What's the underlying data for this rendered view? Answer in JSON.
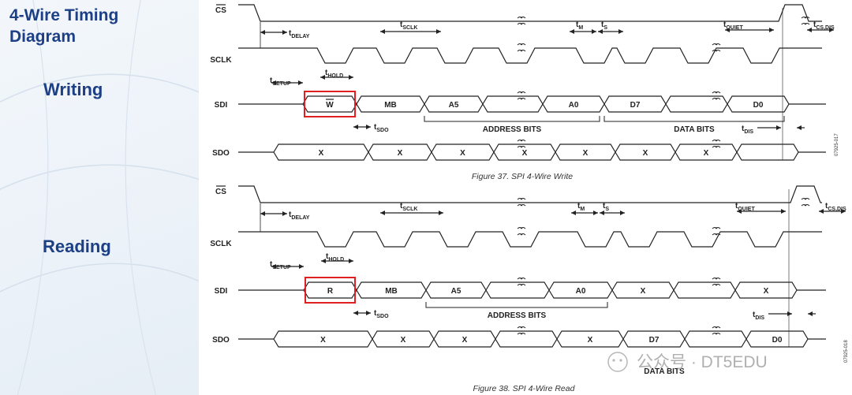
{
  "panel": {
    "title": "4-Wire Timing\nDiagram",
    "writing_label": "Writing",
    "reading_label": "Reading"
  },
  "write": {
    "signals": [
      "CS",
      "SCLK",
      "SDI",
      "SDO"
    ],
    "sdi_cells": [
      "W",
      "MB",
      "A5",
      "",
      "A0",
      "D7",
      "",
      "D0"
    ],
    "sdo_cells": [
      "X",
      "X",
      "X",
      "X",
      "X",
      "X",
      "X"
    ],
    "timing": {
      "t_delay": [
        "t",
        "DELAY"
      ],
      "t_sclk": [
        "t",
        "SCLK"
      ],
      "t_m": [
        "t",
        "M"
      ],
      "t_s": [
        "t",
        "S"
      ],
      "t_quiet": [
        "t",
        "QUIET"
      ],
      "t_cs_dis": [
        "t",
        "CS,DIS"
      ],
      "t_setup": [
        "t",
        "SETUP"
      ],
      "t_hold": [
        "t",
        "HOLD"
      ],
      "t_sdo": [
        "t",
        "SDO"
      ],
      "t_dis": [
        "t",
        "DIS"
      ]
    },
    "address_bits": "ADDRESS BITS",
    "data_bits": "DATA BITS",
    "caption": "Figure 37. SPI 4-Wire Write",
    "side_code": "07925-017"
  },
  "read": {
    "signals": [
      "CS",
      "SCLK",
      "SDI",
      "SDO"
    ],
    "sdi_cells": [
      "R",
      "MB",
      "A5",
      "",
      "A0",
      "X",
      "",
      "X"
    ],
    "sdo_cells": [
      "X",
      "X",
      "X",
      "",
      "X",
      "D7",
      "",
      "D0"
    ],
    "timing": {
      "t_delay": [
        "t",
        "DELAY"
      ],
      "t_sclk": [
        "t",
        "SCLK"
      ],
      "t_m": [
        "t",
        "M"
      ],
      "t_s": [
        "t",
        "S"
      ],
      "t_quiet": [
        "t",
        "QUIET"
      ],
      "t_cs_dis": [
        "t",
        "CS,DIS"
      ],
      "t_setup": [
        "t",
        "SETUP"
      ],
      "t_hold": [
        "t",
        "HOLD"
      ],
      "t_sdo": [
        "t",
        "SDO"
      ],
      "t_dis": [
        "t",
        "DIS"
      ]
    },
    "address_bits": "ADDRESS BITS",
    "data_bits": "DATA BITS",
    "caption": "Figure 38. SPI 4-Wire Read",
    "side_code": "07925-018"
  },
  "watermark": "公众号 · DT5EDU",
  "colors": {
    "title_blue": "#1c3f86",
    "highlight_red": "#e02020",
    "line": "#222222"
  }
}
